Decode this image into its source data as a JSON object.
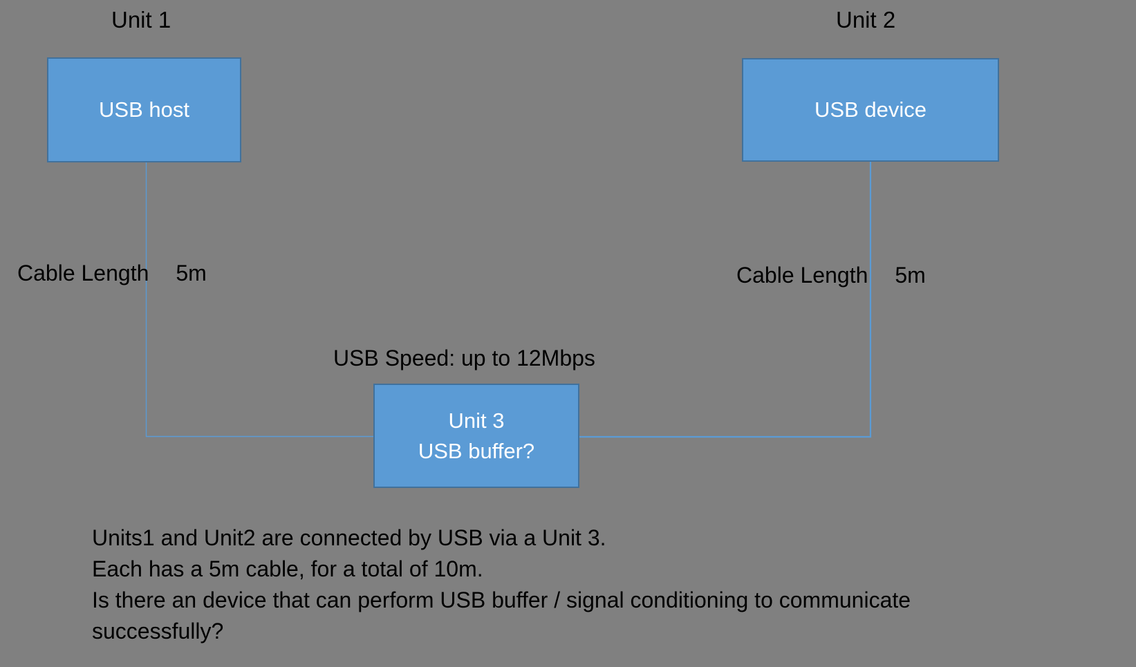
{
  "colors": {
    "background": "#808080",
    "box_fill": "#5B9BD5",
    "box_border": "#41719C",
    "connector": "#5B9BD5",
    "text": "#000000",
    "box_text": "#FFFFFF"
  },
  "diagram": {
    "unit1_label": "Unit 1",
    "unit2_label": "Unit 2",
    "usb_host_box": "USB host",
    "usb_device_box": "USB device",
    "cable_left": {
      "label": "Cable Length",
      "value": "5m"
    },
    "cable_right": {
      "label": "Cable Length",
      "value": "5m"
    },
    "usb_speed": "USB Speed: up to 12Mbps",
    "unit3_box": {
      "line1": "Unit 3",
      "line2": "USB buffer?"
    }
  },
  "paragraph": {
    "lines": [
      "Units1 and Unit2 are connected by USB via a Unit 3.",
      "Each has a 5m cable, for a total of 10m.",
      "Is there an device that can perform USB buffer / signal conditioning to communicate",
      "successfully?"
    ]
  }
}
